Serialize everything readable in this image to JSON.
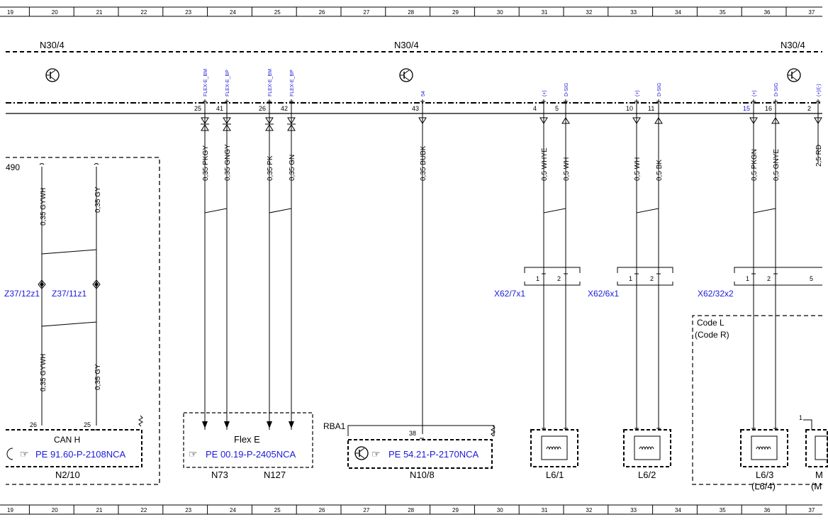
{
  "grid_columns": [
    "19",
    "20",
    "21",
    "22",
    "23",
    "24",
    "25",
    "26",
    "27",
    "28",
    "29",
    "30",
    "31",
    "32",
    "33",
    "34",
    "35",
    "36",
    "37"
  ],
  "modules": {
    "n30_label": "N30/4",
    "left_box_number": "490",
    "n2_10": {
      "can_label": "CAN H",
      "ref": "PE 91.60-P-2108NCA",
      "name": "N2/10"
    },
    "flex": {
      "title": "Flex E",
      "n73": "N73",
      "n127": "N127",
      "ref": "PE 00.19-P-2405NCA"
    },
    "n10_8": {
      "rba": "RBA1",
      "pin": "38",
      "ref": "PE 54.21-P-2170NCA",
      "name": "N10/8"
    },
    "code_box": {
      "line1": "Code L",
      "line2": "(Code R)"
    }
  },
  "wires": [
    {
      "key": "w25",
      "pin": "25",
      "signal": "FLEX-E_BM",
      "label": "0,35 PKGY"
    },
    {
      "key": "w41",
      "pin": "41",
      "signal": "FLEX-E_BP",
      "label": "0,35 GNGY"
    },
    {
      "key": "w26",
      "pin": "26",
      "signal": "FLEX-E_BM",
      "label": "0,35 PK"
    },
    {
      "key": "w42",
      "pin": "42",
      "signal": "FLEX-E_BP",
      "label": "0,35 GN"
    },
    {
      "key": "w43",
      "pin": "43",
      "signal": "54",
      "label": "0,35 BUBK"
    },
    {
      "key": "w4",
      "pin": "4",
      "signal": "(+)",
      "label": "0,5 WHYE"
    },
    {
      "key": "w5",
      "pin": "5",
      "signal": "D-SIG",
      "label": "0,5 WH"
    },
    {
      "key": "w10",
      "pin": "10",
      "signal": "(+)",
      "label": "0,5 WH"
    },
    {
      "key": "w11",
      "pin": "11",
      "signal": "D-SIG",
      "label": "0,5 BK"
    },
    {
      "key": "w15",
      "pin": "15",
      "signal": "(+)",
      "label": "0,5 PKGN"
    },
    {
      "key": "w16",
      "pin": "16",
      "signal": "D-SIG",
      "label": "0,5 GNYE"
    },
    {
      "key": "w2",
      "pin": "2",
      "signal": "(+)/(-)",
      "label": "2,5 RD"
    }
  ],
  "left_wires": {
    "gywh": "0,35 GYWH",
    "gy": "0,35 GY",
    "pin26": "26",
    "pin25": "25",
    "z_left": "Z37/12z1",
    "z_right": "Z37/11z1"
  },
  "connectors": [
    {
      "name": "X62/7x1",
      "pin1": "1",
      "pin2": "2"
    },
    {
      "name": "X62/6x1",
      "pin1": "1",
      "pin2": "2"
    },
    {
      "name": "X62/32x2",
      "pin1": "1",
      "pin2": "2",
      "pin5": "5"
    }
  ],
  "coils": {
    "l6_1": "L6/1",
    "l6_2": "L6/2",
    "l6_3": "L6/3",
    "l6_4": "(L6/4)",
    "m_clip": "M",
    "m_sub_clip": "(M",
    "pin1_right": "1"
  },
  "colors": {
    "wire": "#000000",
    "reference": "#1a1adc"
  }
}
